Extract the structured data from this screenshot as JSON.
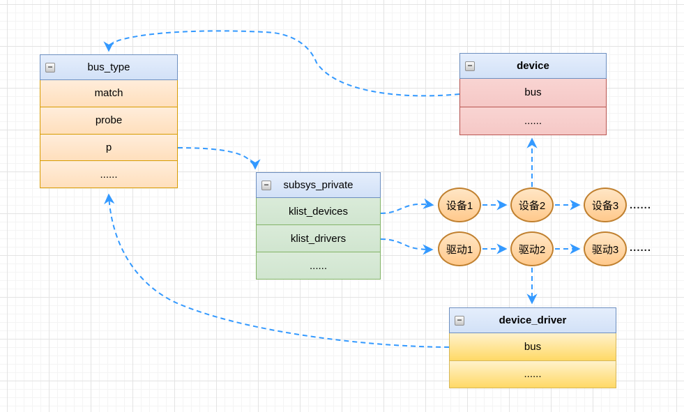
{
  "colors": {
    "connector": "#3399ff",
    "grid-major": "#e3e3e3",
    "grid-minor": "#f4f4f4",
    "header_fill": "#dae8fc",
    "header_stroke": "#6c8ebf",
    "orange_fill": "#ffe6cc",
    "orange_stroke": "#d79b00",
    "red_fill": "#f8cecc",
    "red_stroke": "#b85450",
    "green_fill": "#d5e8d4",
    "green_stroke": "#82b366",
    "yellow_fill": "#ffe599",
    "yellow_stroke": "#d6b656",
    "ellipse_fill": "#ffd9a8",
    "ellipse_stroke": "#c0802f"
  },
  "icons": {
    "collapse": "−"
  },
  "tables": {
    "bus_type": {
      "title": "bus_type",
      "rows": [
        "match",
        "probe",
        "p",
        "......"
      ]
    },
    "device": {
      "title": "device",
      "rows": [
        "bus",
        "......"
      ]
    },
    "subsys_private": {
      "title": "subsys_private",
      "rows": [
        "klist_devices",
        "klist_drivers",
        "......"
      ]
    },
    "device_driver": {
      "title": "device_driver",
      "rows": [
        "bus",
        "......"
      ]
    }
  },
  "nodes": {
    "devices": [
      "设备1",
      "设备2",
      "设备3"
    ],
    "drivers": [
      "驱动1",
      "驱动2",
      "驱动3"
    ],
    "devices_more": "......",
    "drivers_more": "......"
  }
}
